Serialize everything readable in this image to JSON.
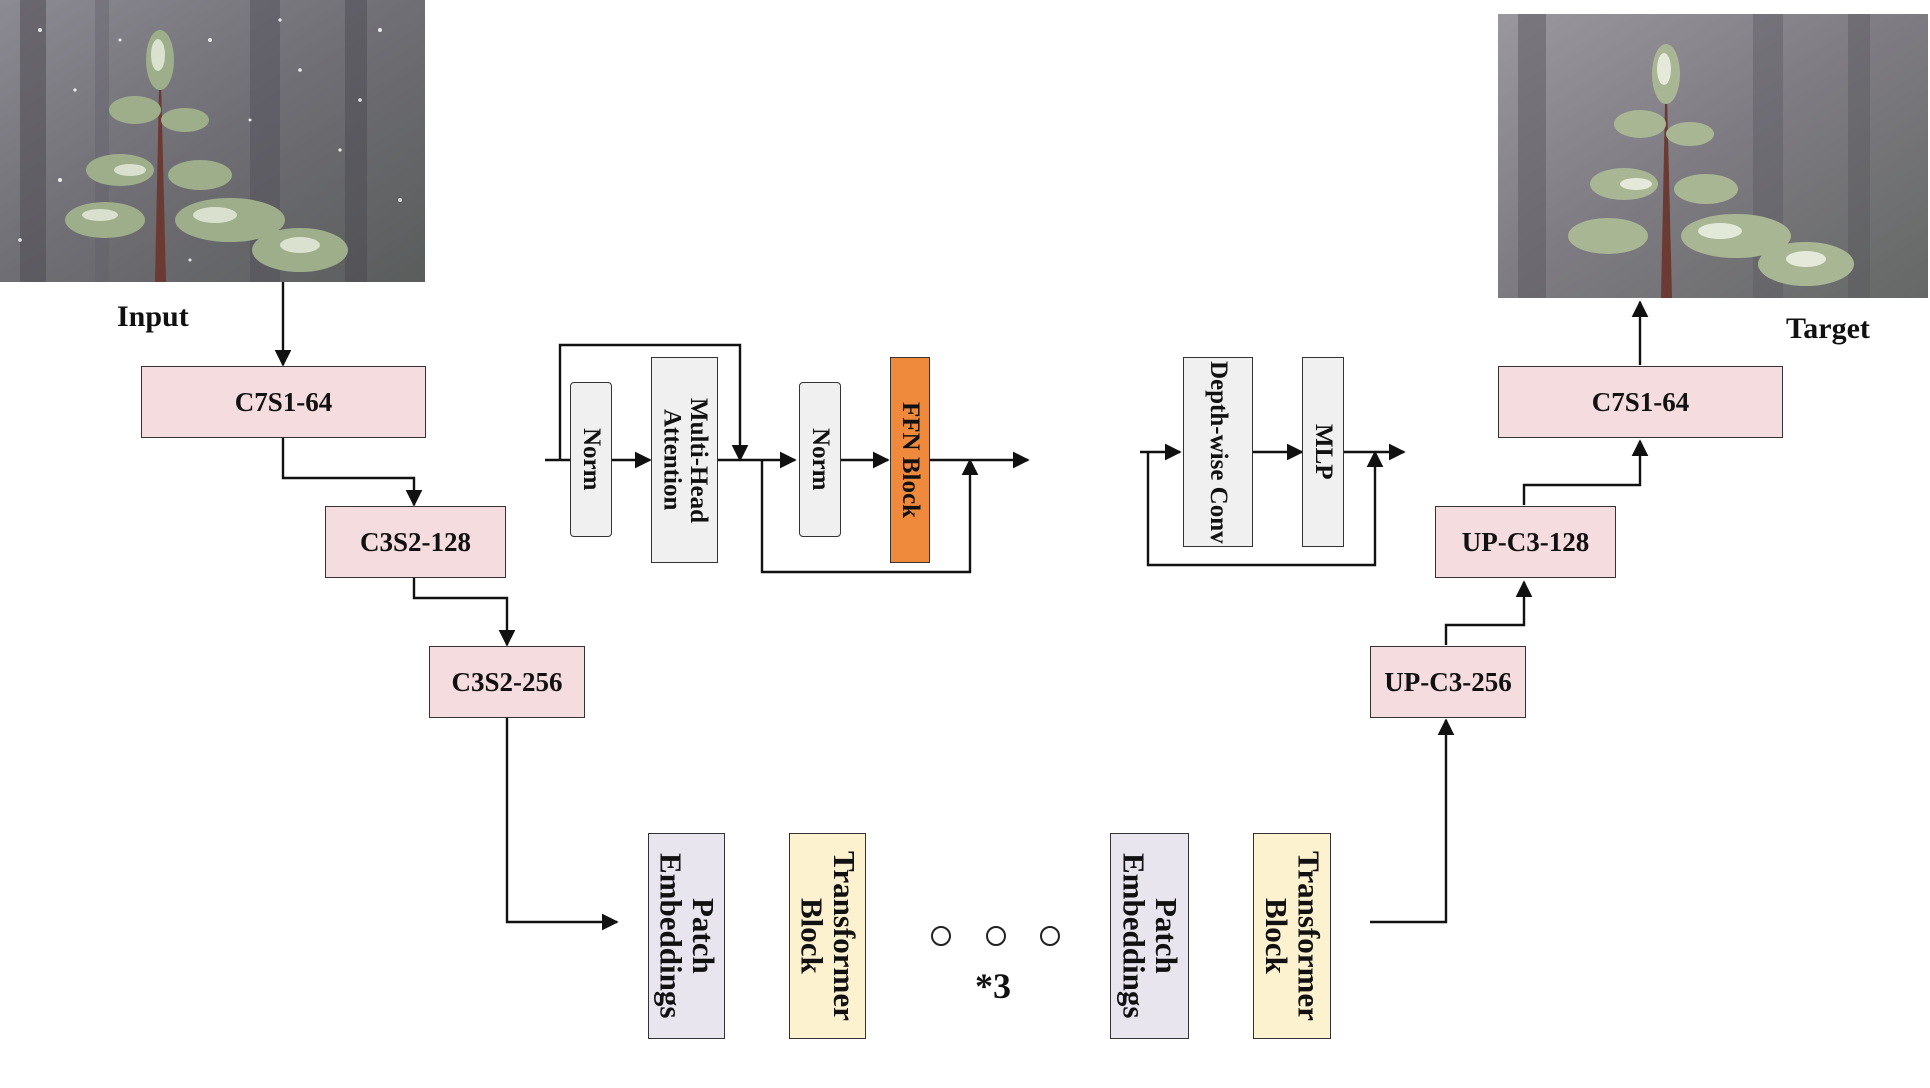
{
  "labels": {
    "input": "Input",
    "target": "Target",
    "enc1": "C7S1-64",
    "enc2": "C3S2-128",
    "enc3": "C3S2-256",
    "dec3": "UP-C3-256",
    "dec2": "UP-C3-128",
    "dec1": "C7S1-64"
  },
  "transformer_block": {
    "title": "Transformer Block",
    "norm1": "Norm",
    "mha": "Multi-Head Attention",
    "norm2": "Norm",
    "ffn": "FFN Block"
  },
  "ffn_block": {
    "title": "Feed Forward Net Block",
    "conv": "Depth-wise Conv",
    "mlp": "MLP"
  },
  "bottleneck": {
    "patch1": "Patch Embeddings",
    "trans1": "Transformer Block",
    "patch2": "Patch Embeddings",
    "trans2": "Transformer Block",
    "repeat": "*3"
  },
  "colors": {
    "conv_box": "#f5dcde",
    "transformer_bg": "#fdf2d0",
    "ffn_bg": "#f4a05c",
    "ffn_node": "#ef8a3c",
    "bottleneck_bg": "#dcedf3",
    "inner_bg": "#eef1df",
    "patch_node": "#e8e5ef",
    "trans_node": "#fdf2d0"
  }
}
